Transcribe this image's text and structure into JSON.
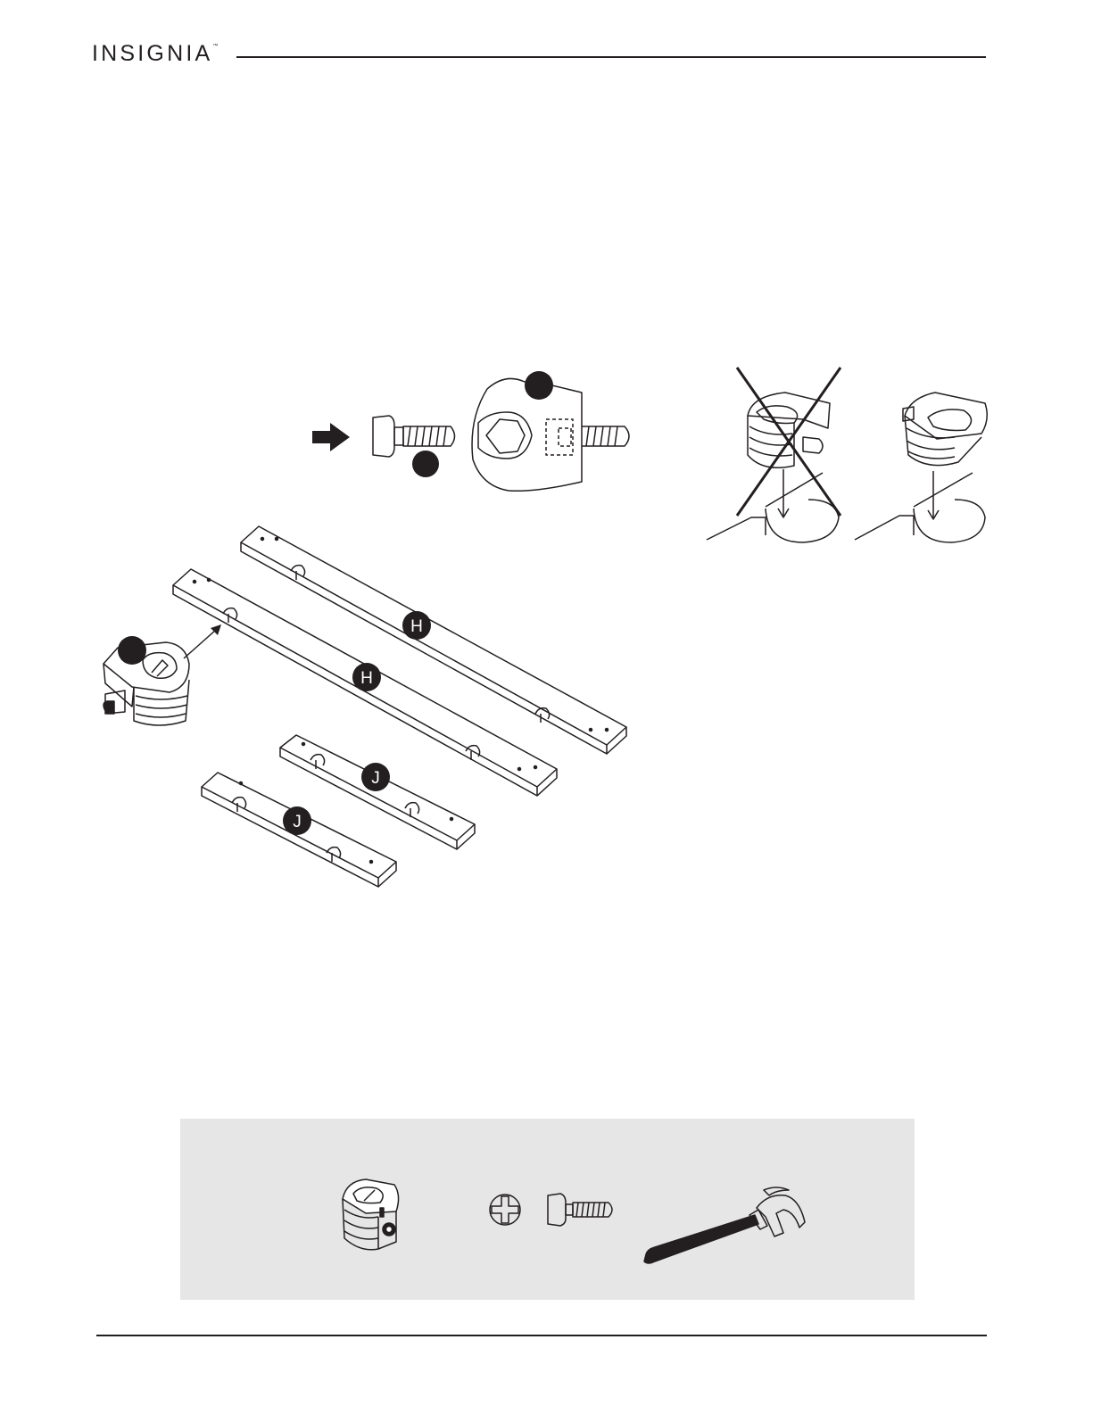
{
  "header": {
    "brand": "INSIGNIA",
    "trademark": "™"
  },
  "parts": {
    "panel_h_label": "H",
    "panel_j_label": "J"
  },
  "icons": {
    "cam_lock": "cam-lock-icon",
    "cam_bolt": "cam-bolt-icon",
    "hammer": "hammer-icon",
    "phillips": "phillips-screwdriver-icon",
    "arrow": "arrow-right-icon",
    "wrong_mark": "x-mark-icon"
  },
  "colors": {
    "ink": "#231f20",
    "tool_panel": "#e6e6e6",
    "badge": "#231f20"
  }
}
